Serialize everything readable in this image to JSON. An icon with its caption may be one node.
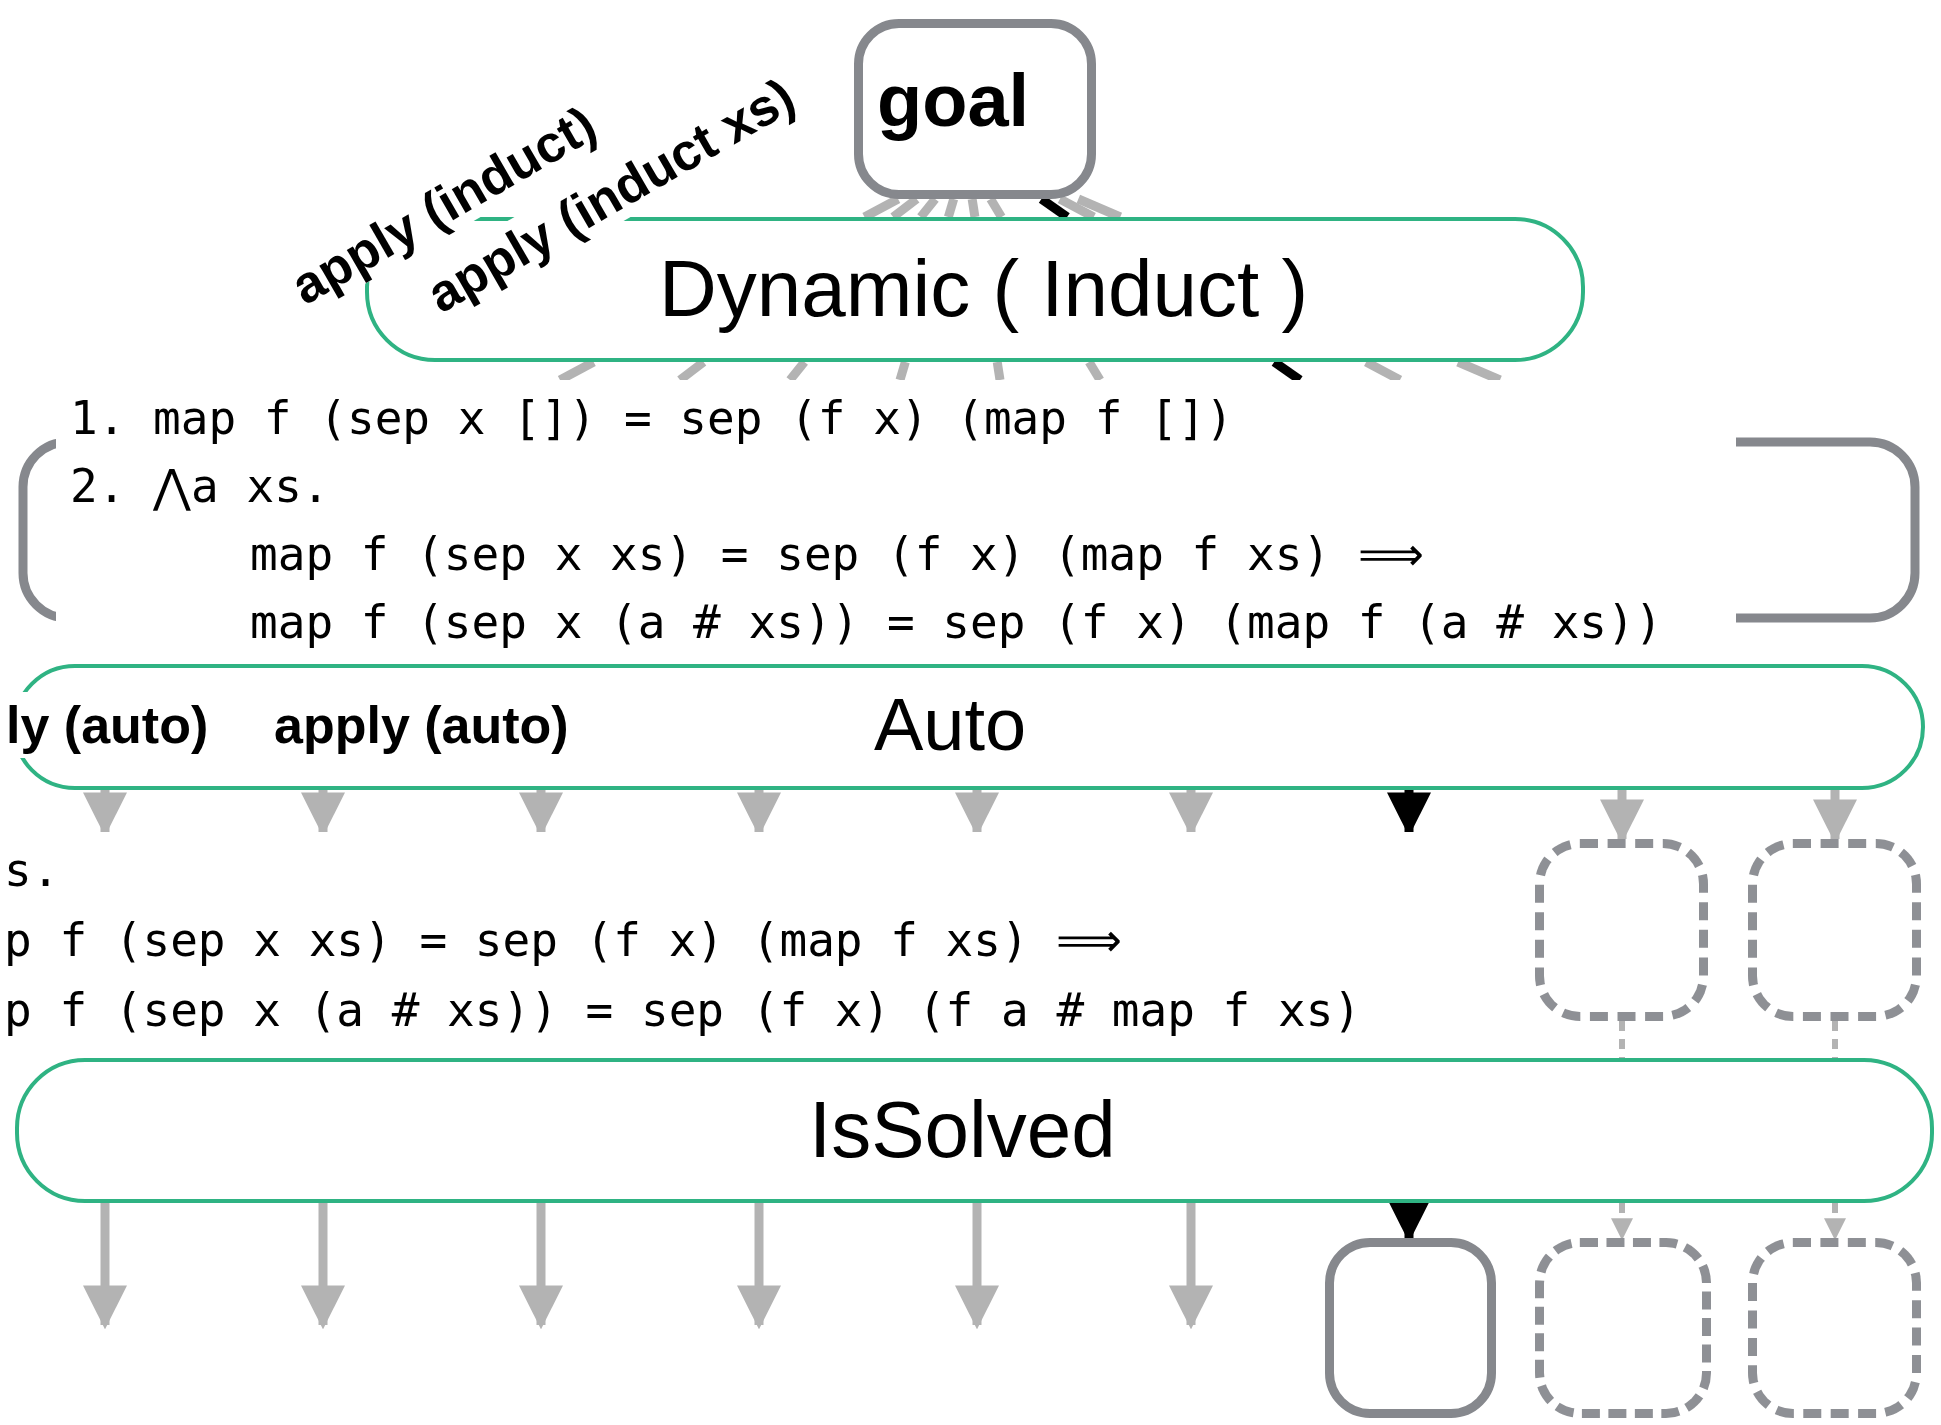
{
  "diagram": {
    "nodes": [
      {
        "text": [
          "goal"
        ]
      },
      {
        "text": [
          "Dynamic ( Induct )"
        ]
      },
      {
        "text": [
          "1. map f (sep x []) = sep (f x) (map f [])",
          "2. ⋀a xs.",
          "map f (sep x xs) = sep (f x) (map f xs) ⟹",
          "map f (sep x (a # xs)) = sep (f x) (map f (a # xs))"
        ]
      },
      {
        "text": [
          "ly (auto)",
          "apply (auto)",
          "Auto"
        ]
      },
      {
        "text": [
          "s.",
          "p f (sep x xs) = sep (f x) (map f xs) ⟹",
          "p f (sep x (a # xs)) = sep (f x) (f a # map f xs)"
        ]
      },
      {
        "text": [],
        "shape": "box"
      },
      {
        "text": [],
        "shape": "box"
      },
      {
        "text": [
          "IsSolved"
        ]
      },
      {
        "text": [],
        "shape": "box"
      },
      {
        "text": [],
        "shape": "box"
      },
      {
        "text": [],
        "shape": "box"
      }
    ],
    "edges": [
      {
        "from": 0,
        "to": 1,
        "arrow": "none"
      },
      {
        "from": 0,
        "to": 1,
        "arrow": "none"
      },
      {
        "from": 0,
        "to": 1,
        "arrow": "none"
      },
      {
        "from": 0,
        "to": 1,
        "arrow": "none"
      },
      {
        "from": 0,
        "to": 1,
        "arrow": "none"
      },
      {
        "from": 0,
        "to": 1,
        "arrow": "none"
      },
      {
        "from": 0,
        "to": 1,
        "arrow": "none",
        "color": "#000000"
      },
      {
        "from": 0,
        "to": 1,
        "arrow": "none"
      },
      {
        "from": 0,
        "to": 1,
        "arrow": "none"
      },
      {
        "from": 1,
        "to": 2,
        "arrow": "none"
      },
      {
        "from": 1,
        "to": 2,
        "arrow": "none"
      },
      {
        "from": 1,
        "to": 2,
        "arrow": "none"
      },
      {
        "from": 1,
        "to": 2,
        "arrow": "none"
      },
      {
        "from": 1,
        "to": 2,
        "arrow": "none"
      },
      {
        "from": 1,
        "to": 2,
        "arrow": "none"
      },
      {
        "from": 1,
        "to": 2,
        "arrow": "none",
        "color": "#000000"
      },
      {
        "from": 1,
        "to": 2,
        "arrow": "none"
      },
      {
        "from": 1,
        "to": 2,
        "arrow": "none"
      },
      {
        "from": 3,
        "to": 4,
        "arrow": "to"
      },
      {
        "from": 3,
        "to": 4,
        "arrow": "to"
      },
      {
        "from": 3,
        "to": 4,
        "arrow": "to"
      },
      {
        "from": 3,
        "to": 4,
        "arrow": "to"
      },
      {
        "from": 3,
        "to": 4,
        "arrow": "to"
      },
      {
        "from": 3,
        "to": 4,
        "arrow": "to"
      },
      {
        "from": 3,
        "to": 4,
        "arrow": "to",
        "color": "#000000"
      },
      {
        "from": 3,
        "to": 5,
        "arrow": "to"
      },
      {
        "from": 3,
        "to": 6,
        "arrow": "to"
      },
      {
        "from": 5,
        "to": 7,
        "arrow": "none",
        "style": "dashed"
      },
      {
        "from": 6,
        "to": 7,
        "arrow": "none",
        "style": "dashed"
      },
      {
        "from": 7,
        "to": null,
        "arrow": "to"
      },
      {
        "from": 7,
        "to": null,
        "arrow": "to"
      },
      {
        "from": 7,
        "to": null,
        "arrow": "to"
      },
      {
        "from": 7,
        "to": null,
        "arrow": "to"
      },
      {
        "from": 7,
        "to": null,
        "arrow": "to"
      },
      {
        "from": 7,
        "to": null,
        "arrow": "to"
      },
      {
        "from": 7,
        "to": 8,
        "arrow": "to",
        "color": "#000000"
      },
      {
        "from": 7,
        "to": 9,
        "arrow": "to",
        "style": "dashed"
      },
      {
        "from": 7,
        "to": 10,
        "arrow": "to",
        "style": "dashed"
      }
    ],
    "labels": [
      "apply (induct)",
      "apply (induct xs)"
    ]
  }
}
